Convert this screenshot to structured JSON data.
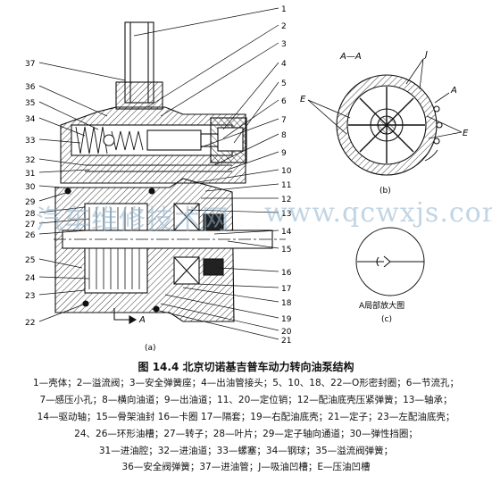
{
  "figure": {
    "title": "图 14.4  北京切诺基吉普车动力转向油泵结构",
    "subfigure_labels": [
      "(a)",
      "(b)",
      "(c)"
    ],
    "section_label": "A—A",
    "arrow_label": "A",
    "detail_label": "A局部放大图",
    "view_b_labels": [
      "J",
      "E",
      "A",
      "E"
    ],
    "callouts_right": [
      "1",
      "2",
      "3",
      "4",
      "5",
      "6",
      "7",
      "8",
      "9",
      "10",
      "11",
      "12",
      "13",
      "14",
      "15",
      "16",
      "17",
      "18",
      "19",
      "20",
      "21"
    ],
    "callouts_left": [
      "37",
      "36",
      "35",
      "34",
      "33",
      "32",
      "31",
      "30",
      "29",
      "28",
      "27",
      "26",
      "25",
      "24",
      "23",
      "22"
    ]
  },
  "watermark": {
    "left": "汽车维修技术网",
    "right": "www.qcwxjs.com"
  },
  "legend": [
    "1—壳体；2—溢流阀；3—安全弹簧座；4—出油管接头；5、10、18、22—O形密封圈；6—节流孔；",
    "7—感压小孔；8—横向油道；9—出油道；11、20—定位销；12—配油底壳压紧弹簧；13—轴承；",
    "14—驱动轴；15—骨架油封 16—卡圈 17—隔套；19—右配油底壳；21—定子；23—左配油底壳；",
    "24、26—环形油槽；27—转子；28—叶片；29—定子轴向通道；30—弹性挡圈；",
    "31—进油腔；32—进油道；33—螺塞；34—钢球；35—溢流阀弹簧；",
    "36—安全阀弹簧；37—进油管；J—吸油凹槽；E—压油凹槽"
  ]
}
